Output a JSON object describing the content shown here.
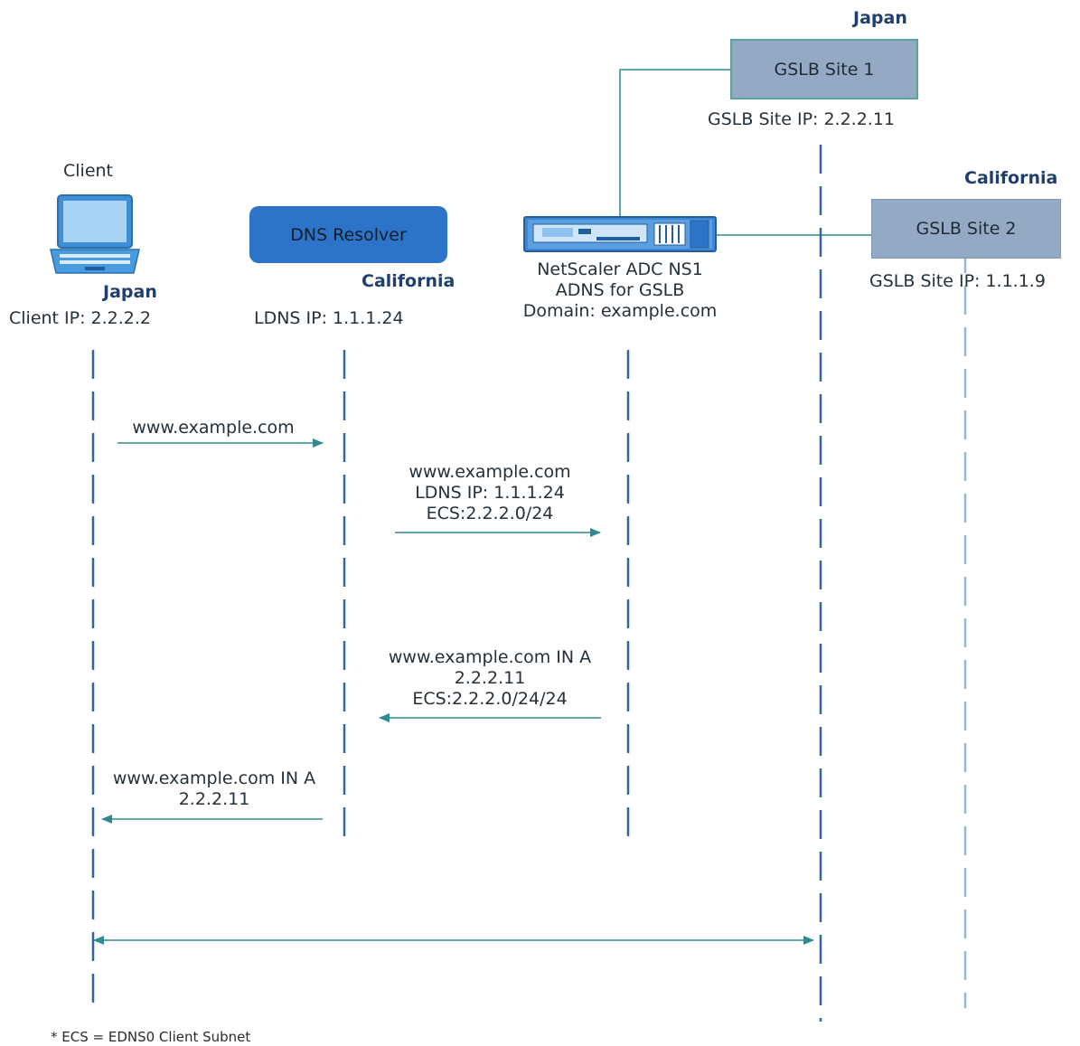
{
  "entities": {
    "client": {
      "title": "Client",
      "region": "Japan",
      "ip": "Client IP: 2.2.2.2"
    },
    "resolver": {
      "label": "DNS Resolver",
      "region": "California",
      "ip": "LDNS IP: 1.1.1.24"
    },
    "adc": {
      "line1": "NetScaler ADC NS1",
      "line2": "ADNS for GSLB",
      "line3": "Domain: example.com"
    },
    "site1": {
      "label": "GSLB Site 1",
      "region": "Japan",
      "ip": "GSLB Site IP: 2.2.2.11"
    },
    "site2": {
      "label": "GSLB Site 2",
      "region": "California",
      "ip": "GSLB Site IP: 1.1.1.9"
    }
  },
  "messages": [
    {
      "lines": [
        "www.example.com"
      ]
    },
    {
      "lines": [
        "www.example.com",
        "LDNS IP: 1.1.1.24",
        "ECS:2.2.2.0/24"
      ]
    },
    {
      "lines": [
        "www.example.com IN A",
        "2.2.2.11",
        "ECS:2.2.2.0/24/24"
      ]
    },
    {
      "lines": [
        "www.example.com IN A",
        "2.2.2.11"
      ]
    }
  ],
  "footnote": "* ECS = EDNS0 Client Subnet",
  "colors": {
    "arrow": "#2e8a90",
    "lifeline": "#2f66a8",
    "site_box": "#94a9c4",
    "resolver_box": "#2d74c8"
  },
  "icons": [
    "laptop-icon",
    "netscaler-appliance-icon"
  ]
}
